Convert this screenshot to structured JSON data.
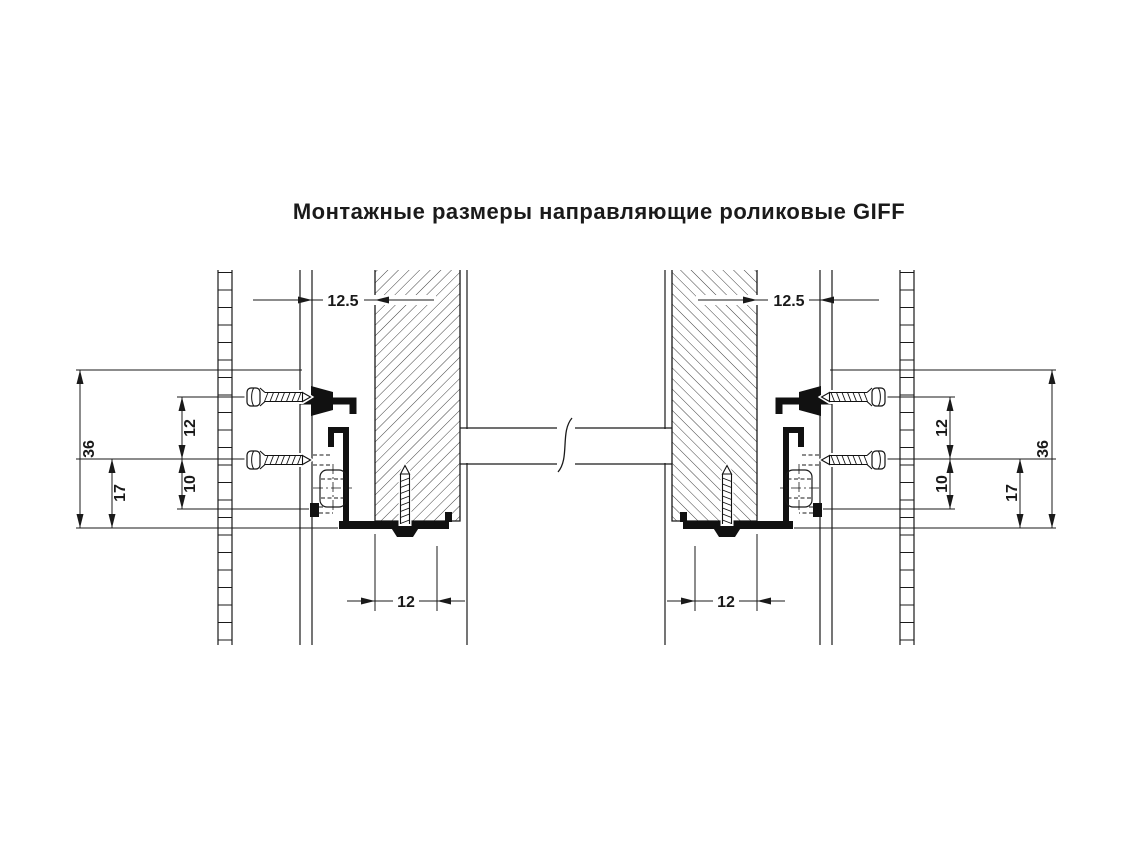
{
  "title": "Монтажные размеры направляющие роликовые GIFF",
  "colors": {
    "line": "#1a1a1a",
    "fill_black": "#111111",
    "background": "#ffffff"
  },
  "dimensions": {
    "left": {
      "side_clearance": "12.5",
      "rail_height": "36",
      "h17": "17",
      "h12": "12",
      "h10": "10",
      "bottom_inset": "12"
    },
    "right": {
      "side_clearance": "12.5",
      "rail_height": "36",
      "h17": "17",
      "h12": "12",
      "h10": "10",
      "bottom_inset": "12"
    }
  }
}
